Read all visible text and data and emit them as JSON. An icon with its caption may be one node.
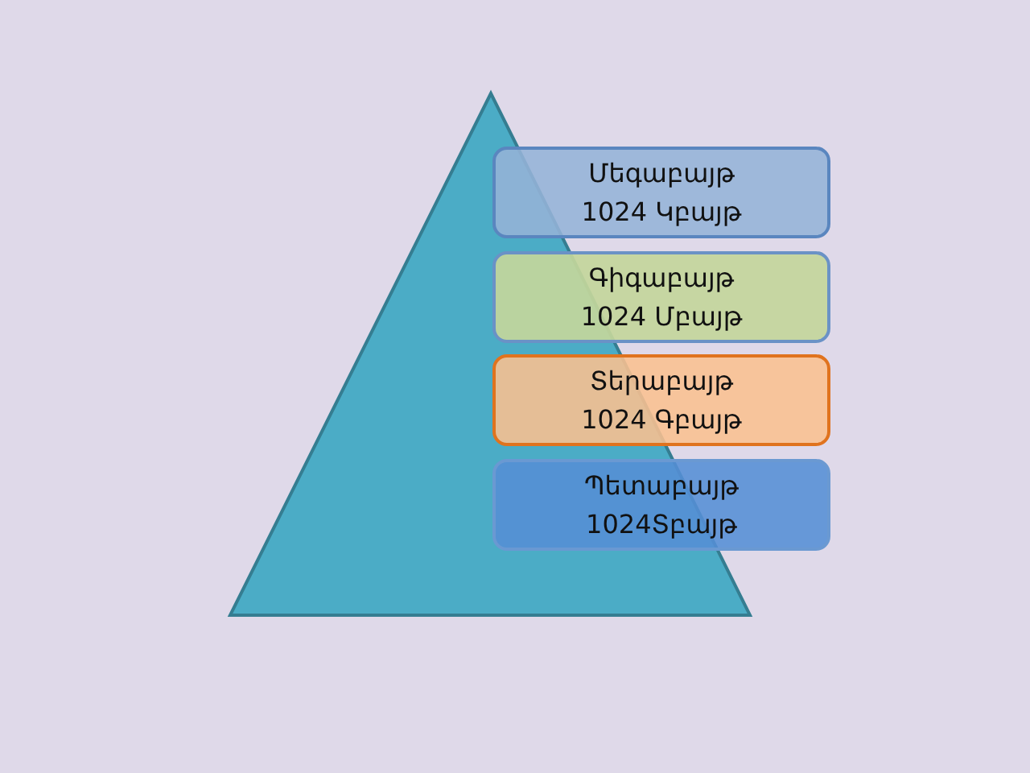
{
  "diagram": {
    "nodes": [
      {
        "text": [
          "Մեգաբայթ",
          "1024 Կբայթ"
        ]
      },
      {
        "text": [
          "Գիգաբայթ",
          "1024 Մբայթ"
        ]
      },
      {
        "text": [
          "Տերաբայթ",
          "1024 Գբայթ"
        ]
      },
      {
        "text": [
          "Պետաբայթ",
          "1024Տբայթ"
        ]
      }
    ]
  }
}
